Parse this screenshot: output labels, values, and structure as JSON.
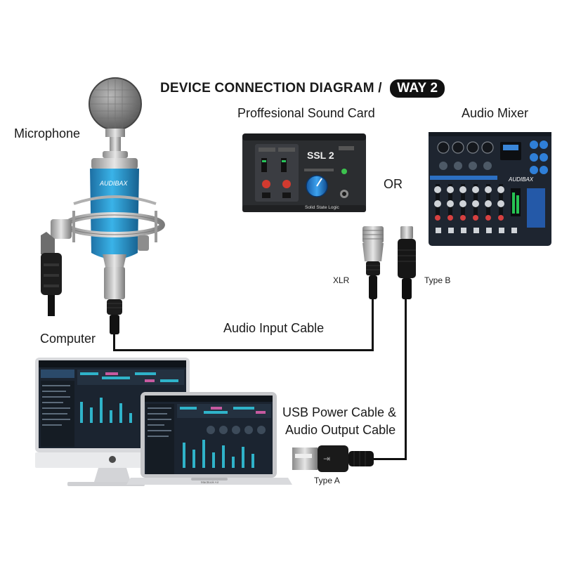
{
  "title": {
    "main": "DEVICE CONNECTION DIAGRAM /",
    "badge": "WAY 2"
  },
  "labels": {
    "microphone": "Microphone",
    "sound_card": "Proffesional Sound Card",
    "audio_mixer": "Audio Mixer",
    "or": "OR",
    "xlr": "XLR",
    "type_b": "Type B",
    "computer": "Computer",
    "audio_input_cable": "Audio Input Cable",
    "usb_cable_line1": "USB Power Cable &",
    "usb_cable_line2": "Audio Output Cable",
    "type_a": "Type A"
  },
  "devices": {
    "mic_brand": "AUDIBAX",
    "sound_card_brand": "SSL 2",
    "sound_card_maker": "Solid State Logic",
    "mixer_brand": "AUDIBAX",
    "laptop_name": "MacBook Air"
  },
  "colors": {
    "mic_body": "#2a9fd6",
    "mic_chrome": "#c8c8c8",
    "sound_card_body": "#2b2d30",
    "knob_blue": "#1d7fd0",
    "mixer_body": "#1e2530",
    "mixer_accent": "#2f7fd8",
    "screen_dark": "#1b2430",
    "screen_teal": "#2fb3c9",
    "wire": "#111111"
  }
}
